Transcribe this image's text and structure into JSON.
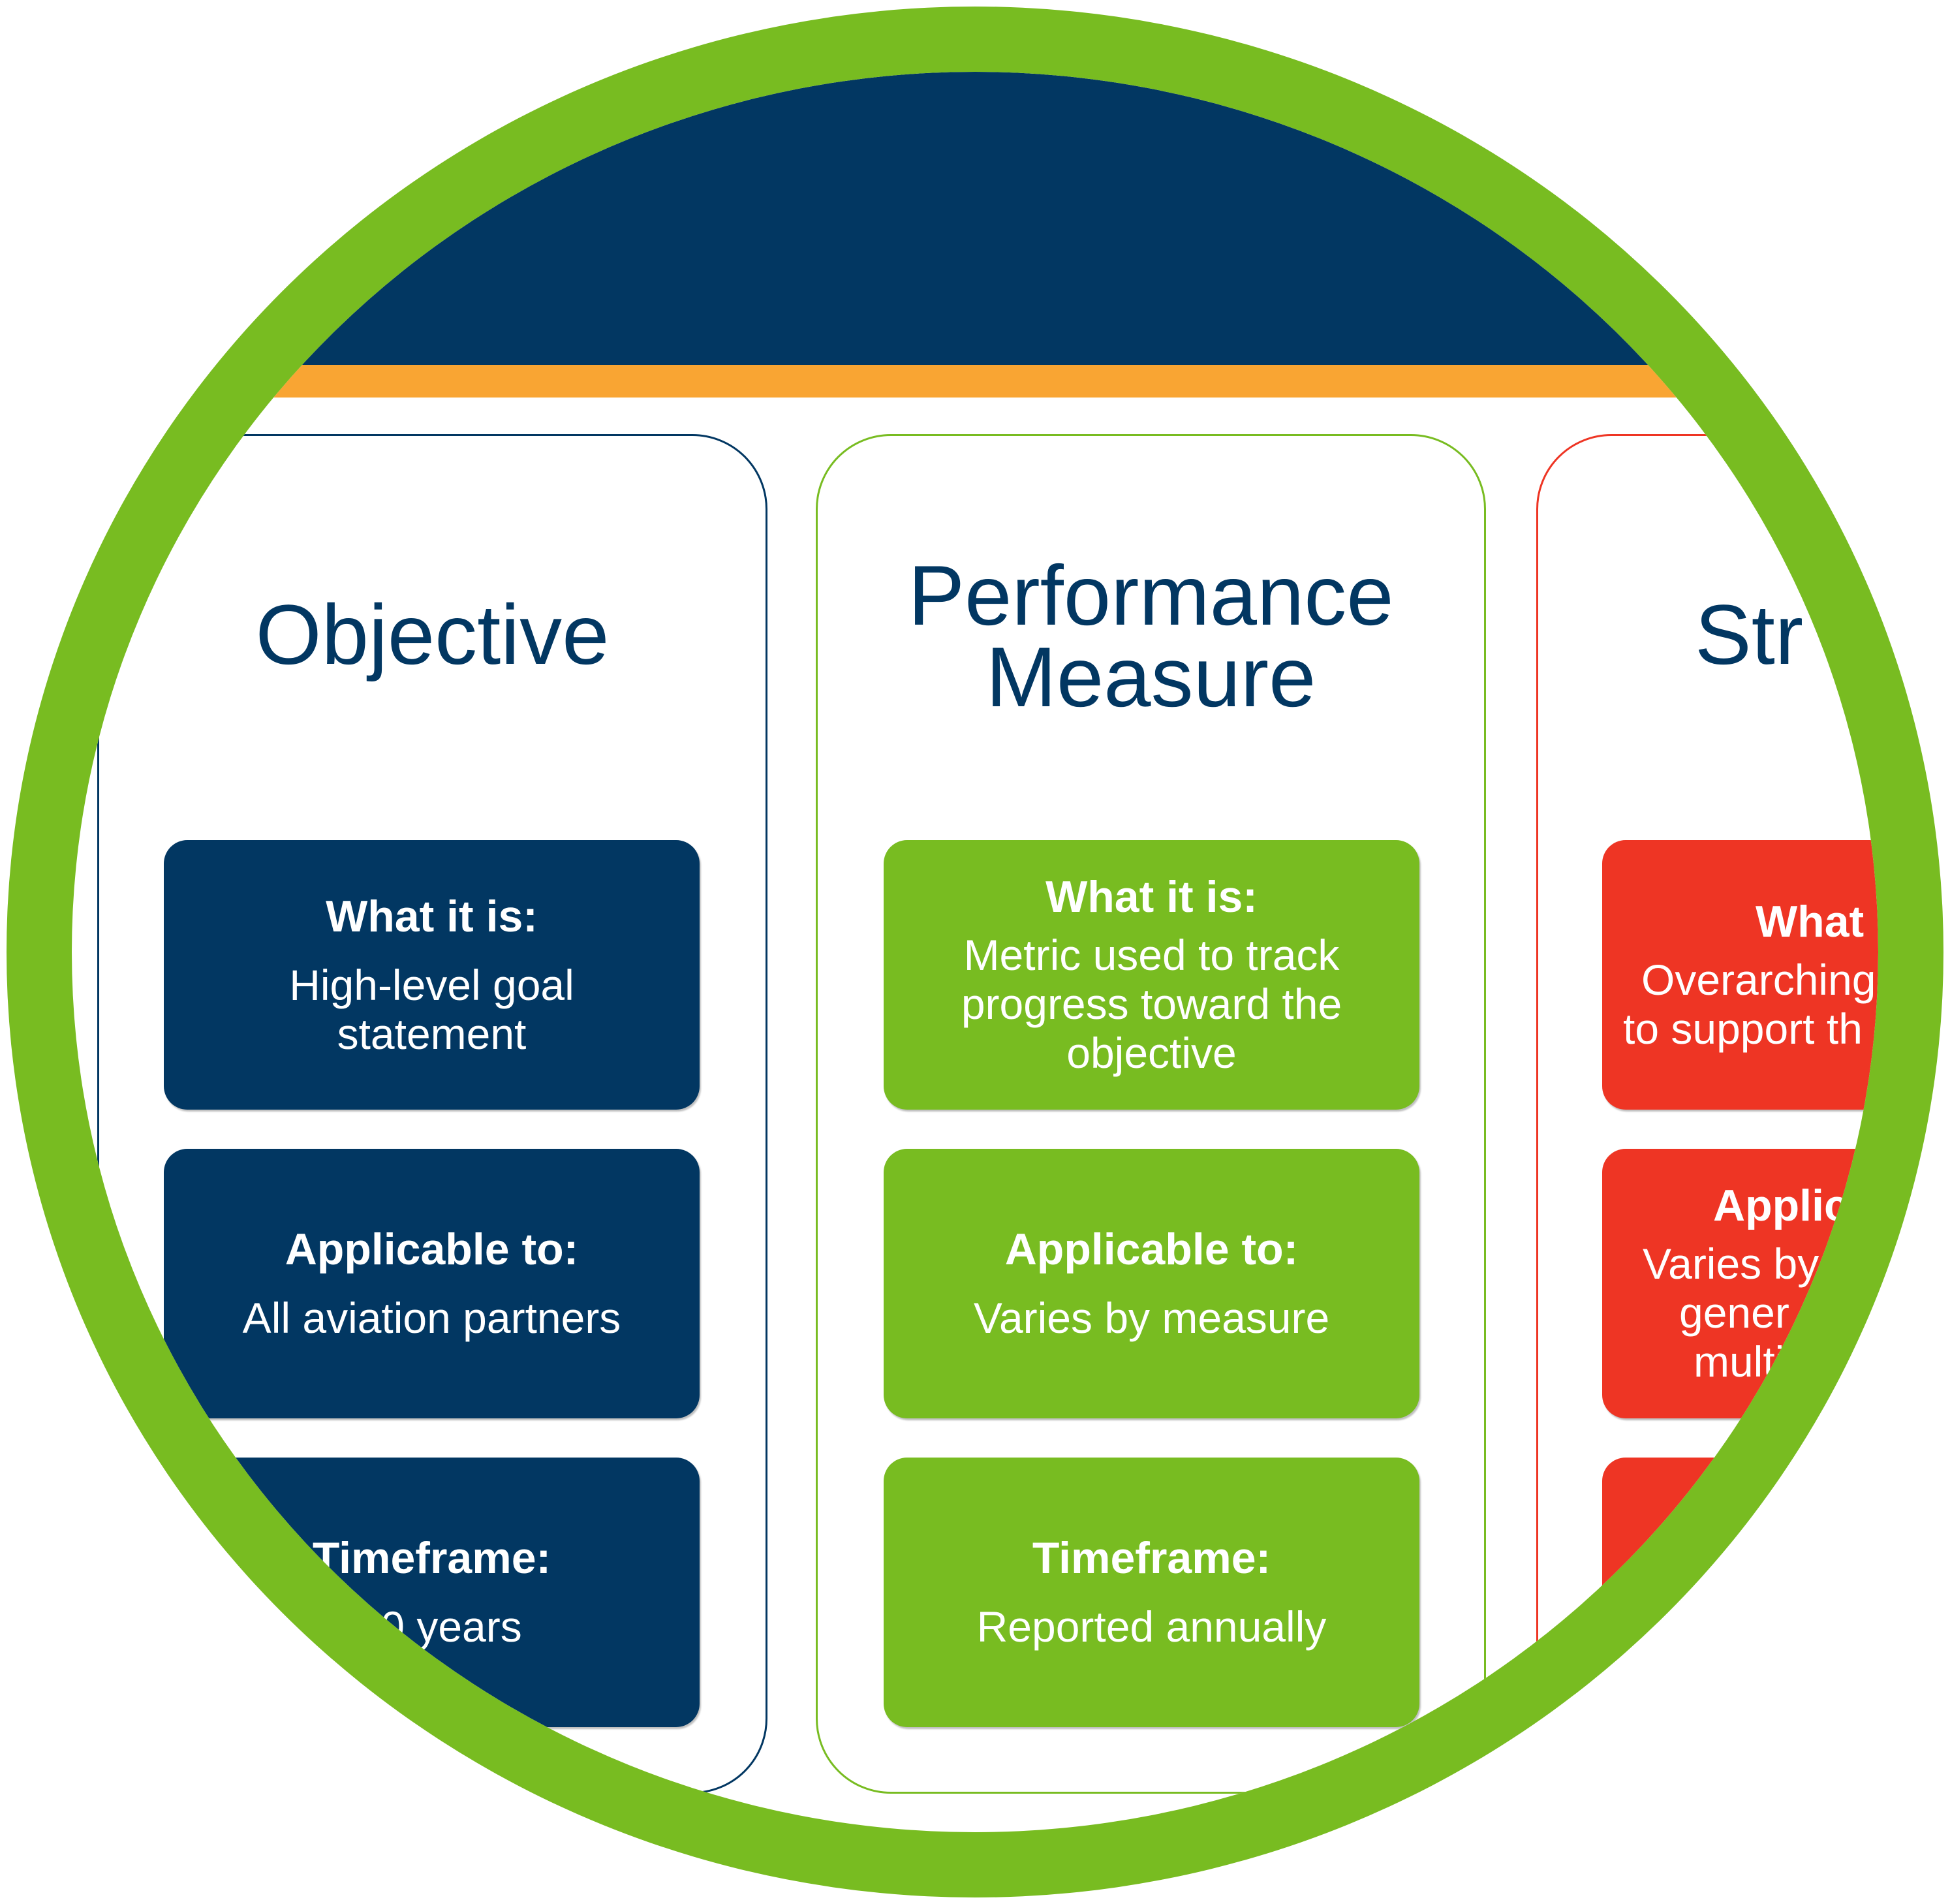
{
  "colors": {
    "navy": "#023762",
    "orange": "#f9a533",
    "green": "#78bc21",
    "red": "#ee3524",
    "ring": "#78bc21"
  },
  "columns": [
    {
      "title": "Objective",
      "boxes": [
        {
          "heading": "What it is:",
          "body": "High-level goal statement"
        },
        {
          "heading": "Applicable to:",
          "body": "All aviation partners"
        },
        {
          "heading": "Timeframe:",
          "body": "0 years"
        }
      ]
    },
    {
      "title_line1": "Performance",
      "title_line2": "Measure",
      "boxes": [
        {
          "heading": "What it is:",
          "body": "Metric used to track progress toward the objective"
        },
        {
          "heading": "Applicable to:",
          "body": "Varies by measure"
        },
        {
          "heading": "Timeframe:",
          "body": "Reported annually"
        }
      ]
    },
    {
      "title": "Str",
      "boxes": [
        {
          "heading": "What",
          "body_line1": "Overarching",
          "body_line2": "to support th"
        },
        {
          "heading": "Applic",
          "body_line1": "Varies by",
          "body_line2": "gener",
          "body_line3": "multi"
        },
        {}
      ]
    }
  ]
}
